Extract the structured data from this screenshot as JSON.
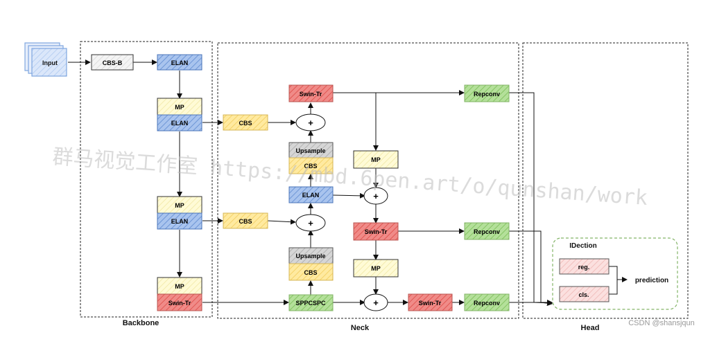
{
  "diagram": {
    "input": "Input",
    "backbone": {
      "label": "Backbone",
      "cbs_b": "CBS-B",
      "elan_1": "ELAN",
      "mp_1": "MP",
      "elan_2": "ELAN",
      "mp_2": "MP",
      "elan_3": "ELAN",
      "mp_3": "MP",
      "swin_tr": "Swin-Tr"
    },
    "neck": {
      "label": "Neck",
      "cbs_1": "CBS",
      "cbs_2": "CBS",
      "swin_tr_top": "Swin-Tr",
      "upsample_1": "Upsample",
      "cbs_up_1": "CBS",
      "elan": "ELAN",
      "upsample_2": "Upsample",
      "cbs_up_2": "CBS",
      "sppcspc": "SPPCSPC",
      "mp_a": "MP",
      "swin_tr_mid": "Swin-Tr",
      "mp_b": "MP",
      "swin_tr_bottom": "Swin-Tr",
      "repconv_1": "Repconv",
      "repconv_2": "Repconv",
      "repconv_3": "Repconv",
      "plus": "+"
    },
    "head": {
      "label": "Head",
      "idection": "IDection",
      "reg": "reg.",
      "cls": "cls.",
      "prediction": "prediction"
    },
    "watermark": "群马视觉工作室 https://mbd.6pen.art/o/qunshan/work",
    "credit": "CSDN @shansjqun",
    "colors": {
      "blue": "#7ea6e0",
      "yellow": "#ffe599",
      "red": "#ea6b66",
      "green": "#97d077",
      "gray": "#c0c0c0",
      "light_yellow": "#fff9c4",
      "light_red": "#f8cecc",
      "white_box": "#f0f0f0"
    }
  }
}
